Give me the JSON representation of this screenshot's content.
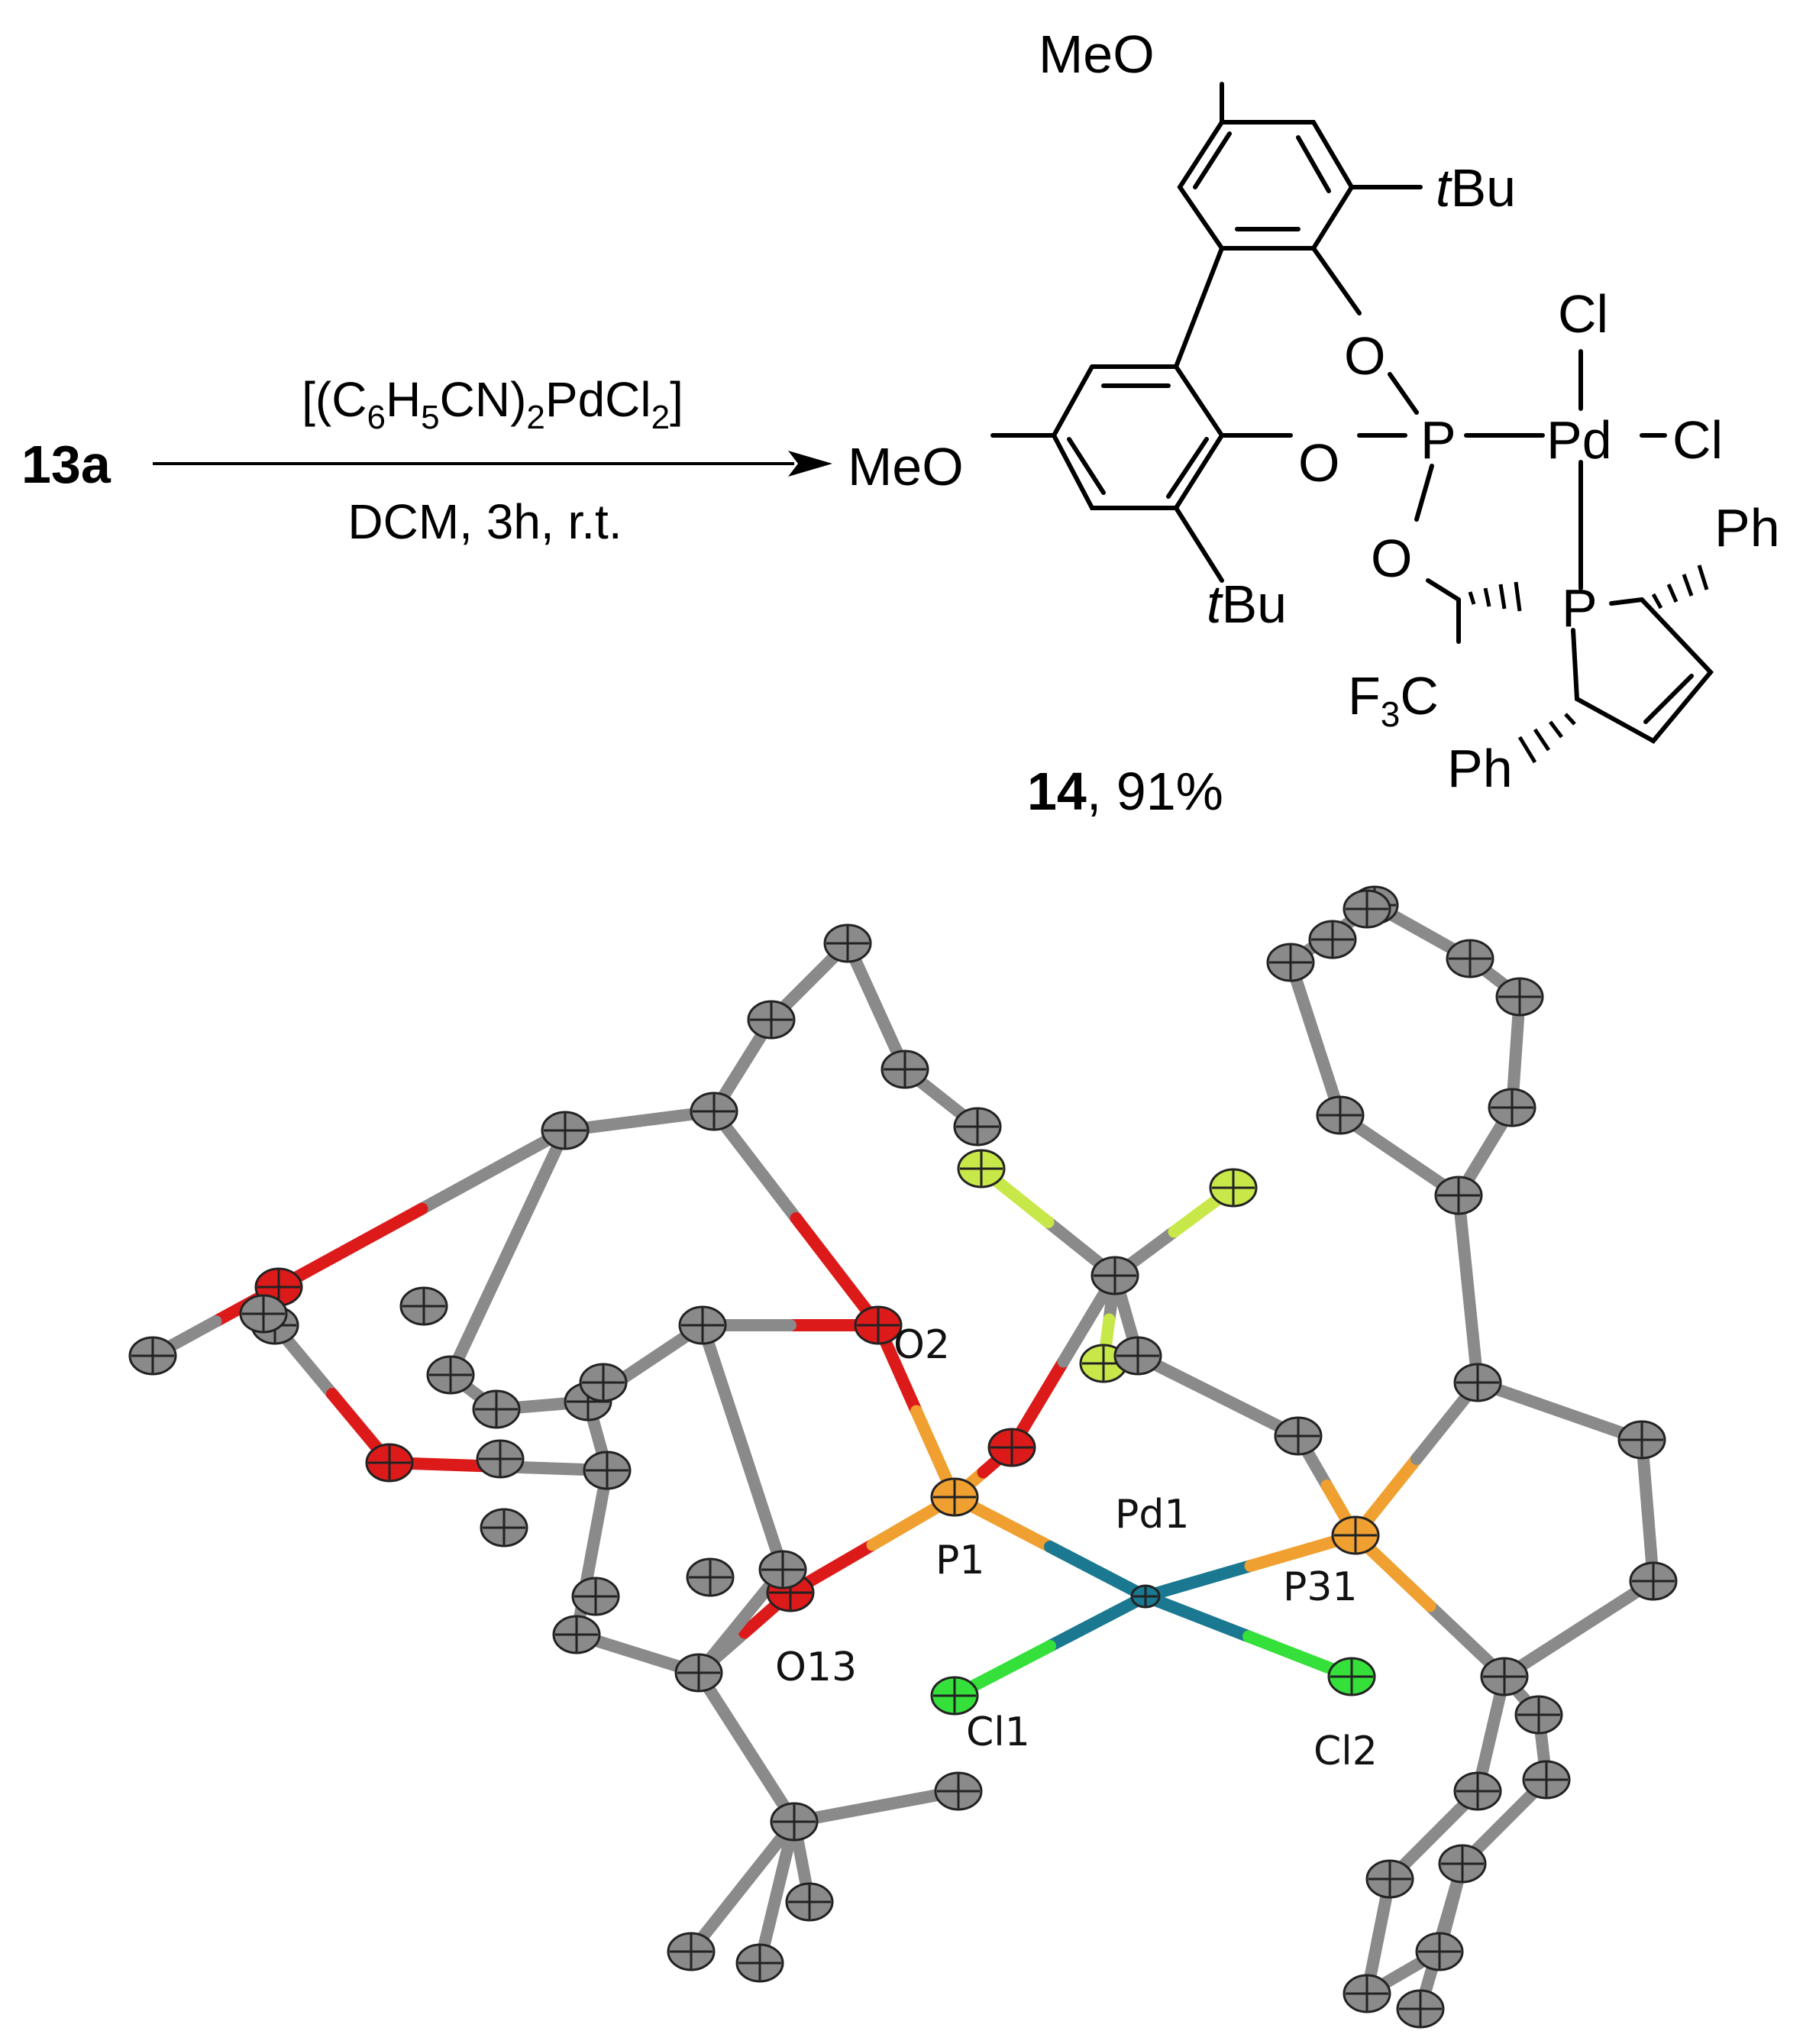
{
  "scheme": {
    "reactant": "13a",
    "reagent": {
      "prefix": "[(C",
      "s1": "6",
      "mid1": "H",
      "s2": "5",
      "mid2": "CN)",
      "s3": "2",
      "mid3": "PdCl",
      "s4": "2",
      "suffix": "]"
    },
    "conditions": "DCM, 3h, r.t.",
    "product_number": "14",
    "product_yield": ", 91%"
  },
  "structure": {
    "meo_top": "MeO",
    "meo_left": "MeO",
    "tbu_top_t": "t",
    "tbu_top_rest": "Bu",
    "tbu_bottom_t": "t",
    "tbu_bottom_rest": "Bu",
    "o_upper": "O",
    "o_middle": "O",
    "o_lower": "O",
    "p_phosphite": "P",
    "pd": "Pd",
    "cl_top": "Cl",
    "cl_right": "Cl",
    "p_phosphole": "P",
    "ph_right": "Ph",
    "ph_bottom": "Ph",
    "cf3_f": "F",
    "cf3_sub": "3",
    "cf3_c": "C"
  },
  "crystal_labels": {
    "o2": "O2",
    "p1": "P1",
    "pd1": "Pd1",
    "p31": "P31",
    "o13": "O13",
    "cl1": "Cl1",
    "cl2": "Cl2"
  },
  "colors": {
    "carbon": "#8a8a8a",
    "oxygen": "#dd1a1a",
    "phosphorus": "#f0a030",
    "palladium": "#1a7890",
    "chlorine": "#35e03a",
    "fluorine": "#c8e84a"
  }
}
